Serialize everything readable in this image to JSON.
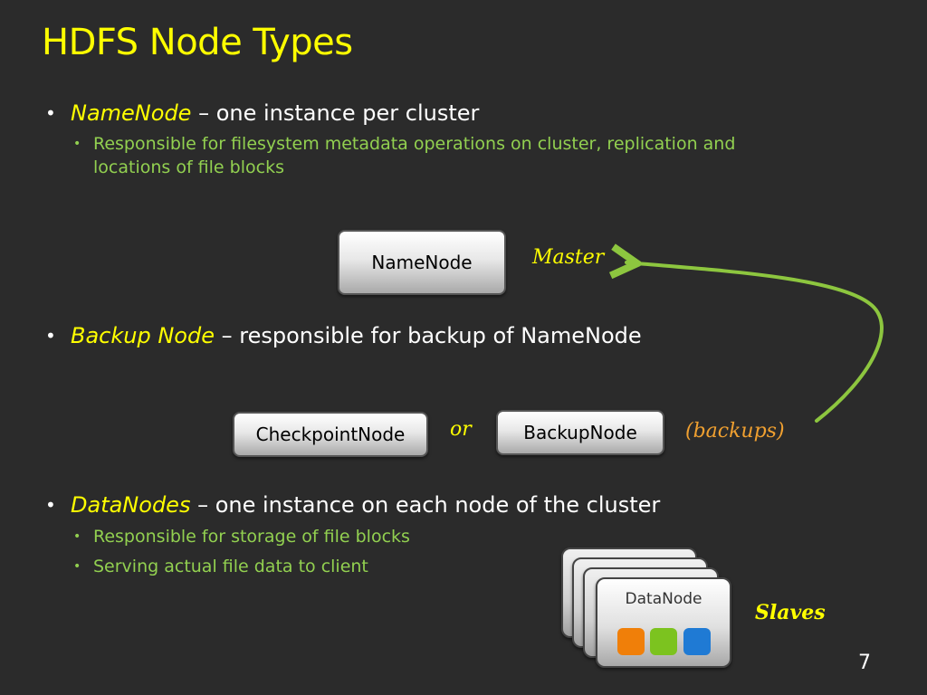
{
  "title": "HDFS Node Types",
  "bullets": {
    "namenode": {
      "term": "NameNode",
      "rest": " – one instance per cluster",
      "sub1": "Responsible for filesystem metadata operations on cluster, replication and",
      "sub1b": "locations of file blocks"
    },
    "backup": {
      "term": "Backup Node",
      "rest": " – responsible for backup of NameNode"
    },
    "datanodes": {
      "term": "DataNodes",
      "rest": " – one instance on each node of the cluster",
      "sub1": "Responsible for storage of file blocks",
      "sub2": "Serving actual file data to client"
    }
  },
  "diagram": {
    "namenode_label": "NameNode",
    "master_label": "Master",
    "checkpoint_label": "CheckpointNode",
    "or_label": "or",
    "backupnode_label": "BackupNode",
    "backups_label": "(backups)",
    "datanode_label": "DataNode",
    "slaves_label": "Slaves"
  },
  "colors": {
    "title": "#ffff00",
    "term": "#ffff00",
    "sub": "#92d050",
    "master": "#ffff00",
    "backups": "#f0a030",
    "slaves": "#ffff00",
    "arrow": "#8dc63f",
    "square_orange": "#f07f09",
    "square_green": "#7cc31f",
    "square_blue": "#1f7ad4"
  },
  "page_number": "7"
}
